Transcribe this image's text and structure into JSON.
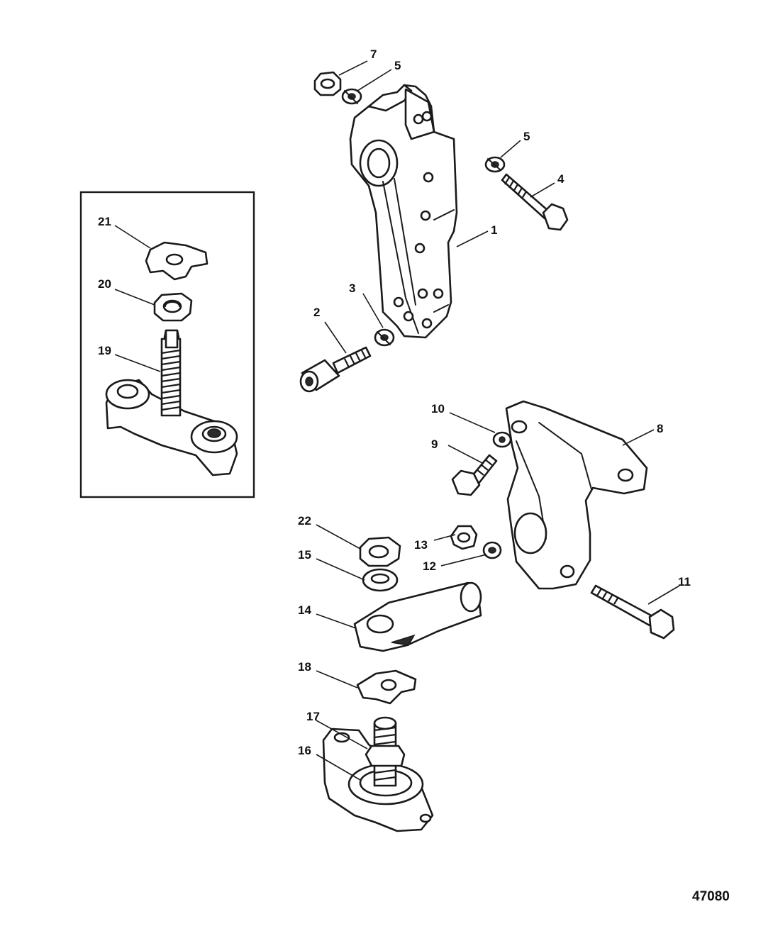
{
  "figure_number": "47080",
  "callouts": {
    "c1": "1",
    "c2": "2",
    "c3": "3",
    "c4": "4",
    "c5a": "5",
    "c5b": "5",
    "c7": "7",
    "c8": "8",
    "c9": "9",
    "c10": "10",
    "c11": "11",
    "c12": "12",
    "c13": "13",
    "c14": "14",
    "c15": "15",
    "c16": "16",
    "c17": "17",
    "c18": "18",
    "c19": "19",
    "c20": "20",
    "c21": "21",
    "c22": "22"
  }
}
